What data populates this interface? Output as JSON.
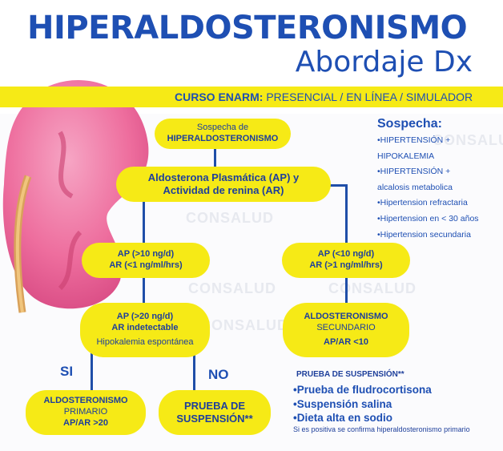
{
  "header": {
    "title": "HIPERALDOSTERONISMO",
    "subtitle": "Abordaje Dx",
    "banner_bold": "CURSO ENARM:",
    "banner_rest": " PRESENCIAL / EN LÍNEA / SIMULADOR"
  },
  "watermark": "CONSALUD",
  "colors": {
    "accent_blue": "#1e4fb3",
    "yellow": "#f6ea16",
    "kidney_pink": "#ee6e9e"
  },
  "sidebar": {
    "heading": "Sospecha:",
    "items": [
      "•HIPERTENSIÓN +",
      "HIPOKALEMIA",
      "•HIPERTENSIÓN +",
      "alcalosis metabolica",
      "•Hipertension refractaria",
      "•Hipertension en < 30 años",
      "•Hipertension secundaria"
    ]
  },
  "flow": {
    "sospecha": [
      "Sospecha de",
      "HIPERALDOSTERONISMO"
    ],
    "ap_ar": [
      "Aldosterona Plasmática (AP) y",
      "Actividad de renina (AR)"
    ],
    "left_branch": [
      "AP (>10 ng/d)",
      "AR (<1 ng/ml/hrs)"
    ],
    "right_branch": [
      "AP (<10 ng/d)",
      "AR (>1 ng/ml/hrs)"
    ],
    "ap20": [
      "AP (>20 ng/d)",
      "AR indetectable",
      "Hipokalemia espontánea"
    ],
    "secundario": [
      "ALDOSTERONISMO",
      "SECUNDARIO",
      "AP/AR <10"
    ],
    "primario": [
      "ALDOSTERONISMO",
      "PRIMARIO",
      "AP/AR >20"
    ],
    "prueba_box": [
      "PRUEBA DE",
      "SUSPENSIÓN**"
    ],
    "si": "SI",
    "no": "NO"
  },
  "prueba": {
    "heading": "PRUEBA DE SUSPENSIÓN**",
    "items": [
      "•Prueba de fludrocortisona",
      "•Suspensión salina",
      "•Dieta alta en sodio"
    ],
    "note": "Si es positiva se confirma hiperaldosteronismo primario"
  }
}
